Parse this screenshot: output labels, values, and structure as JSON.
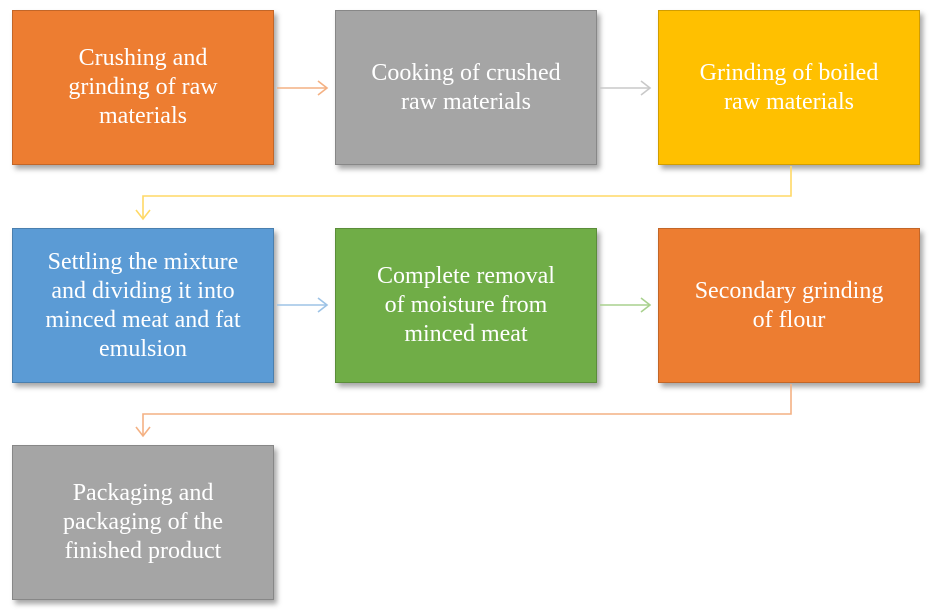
{
  "steps": [
    {
      "text": "Crushing and\ngrinding of raw\nmaterials",
      "color": "#ED7D31"
    },
    {
      "text": "Cooking of crushed\nraw materials",
      "color": "#A5A5A5"
    },
    {
      "text": "Grinding of boiled\nraw materials",
      "color": "#FFC000"
    },
    {
      "text": "Settling the mixture\nand dividing it into\nminced meat and fat\nemulsion",
      "color": "#5B9BD5"
    },
    {
      "text": "Complete removal\nof moisture from\nminced meat",
      "color": "#70AD47"
    },
    {
      "text": "Secondary grinding\nof flour",
      "color": "#ED7D31"
    },
    {
      "text": "Packaging and\npackaging of the\nfinished product",
      "color": "#A5A5A5"
    }
  ],
  "connector_colors": {
    "orange": "#F4B183",
    "gray": "#C9C9C9",
    "gold": "#FFD966",
    "blue": "#9DC3E6",
    "green": "#A9D18E"
  }
}
